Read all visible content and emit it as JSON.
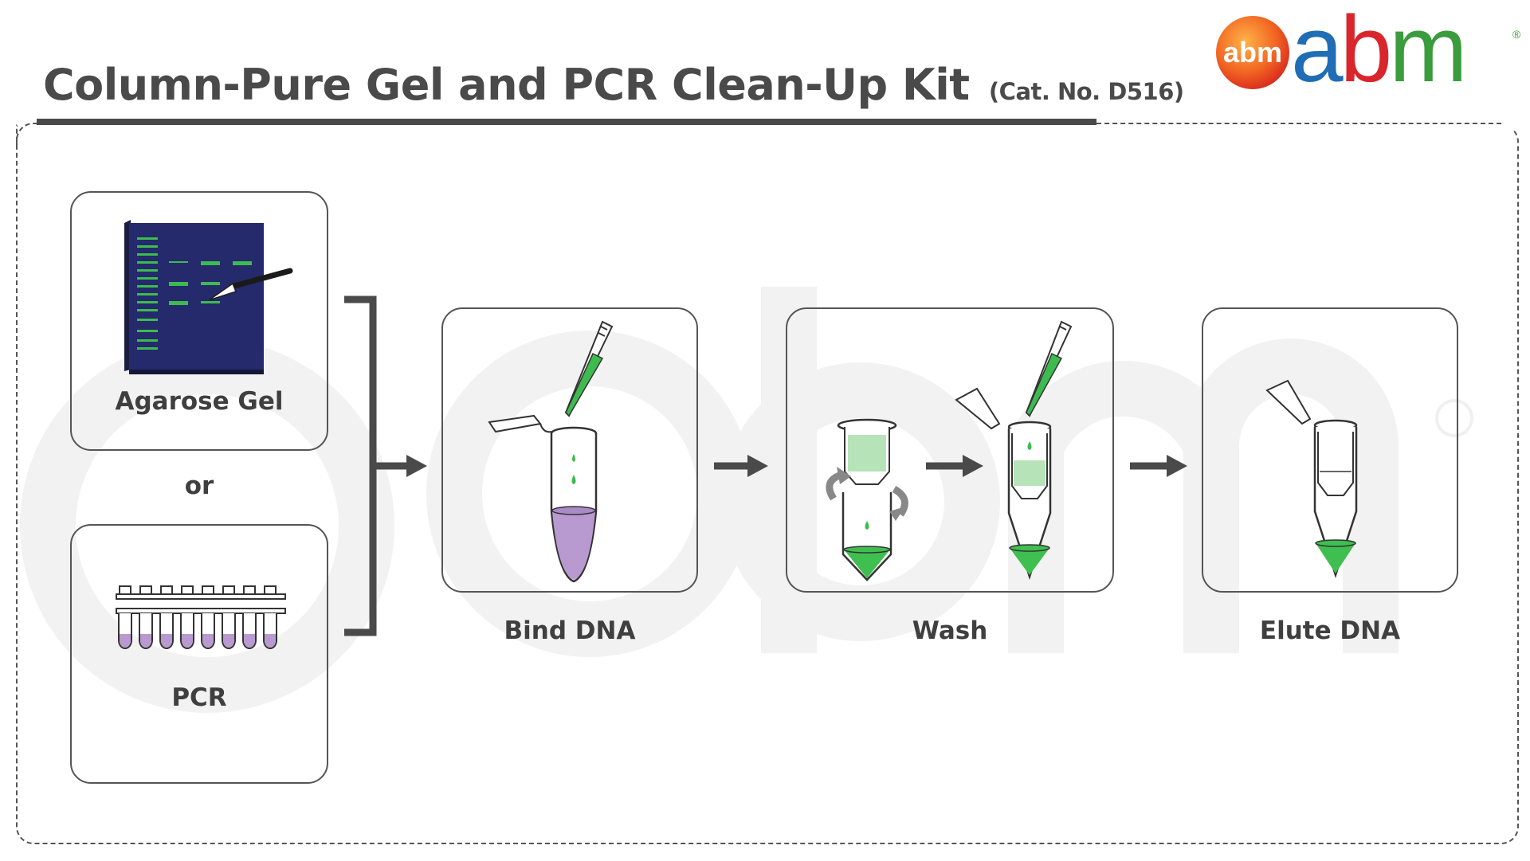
{
  "header": {
    "title": "Column-Pure Gel and PCR Clean-Up Kit",
    "catalog": "(Cat. No. D516)"
  },
  "logo": {
    "badge_text": "abm",
    "wordmark_text": "abm",
    "registered_mark": "®",
    "colors": {
      "a": "#1f6db5",
      "b": "#d8262c",
      "m": "#3a9c3d",
      "badge": "#f04e23"
    }
  },
  "inputs": {
    "gel_label": "Agarose Gel",
    "or_label": "or",
    "pcr_label": "PCR"
  },
  "steps": {
    "bind_label": "Bind DNA",
    "wash_label": "Wash",
    "elute_label": "Elute DNA"
  },
  "colors": {
    "gel": "#242a6b",
    "band_green": "#3dbb4f",
    "sample_purple": "#b89ad0",
    "wash_green_light": "#b7e3b9",
    "eluate_green": "#3fbf50",
    "outline": "#2a2a2a",
    "arrow": "#4a4a4a"
  }
}
